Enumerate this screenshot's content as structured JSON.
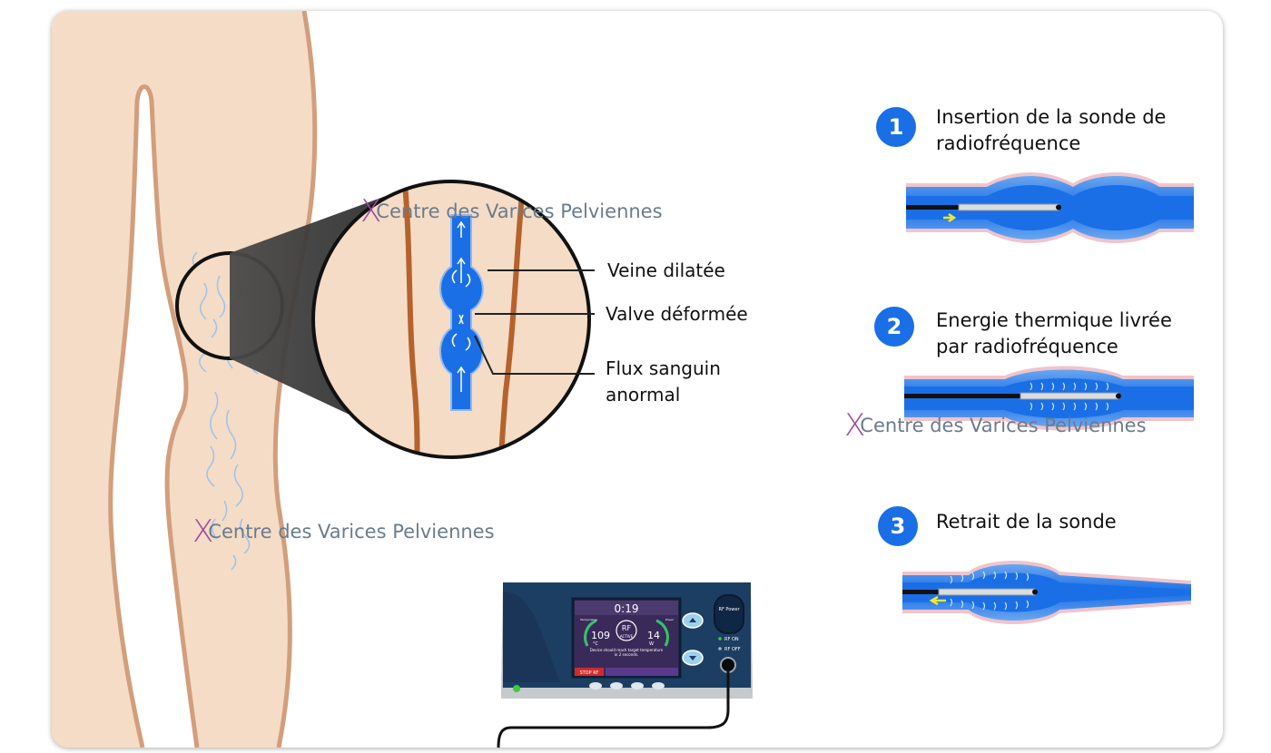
{
  "watermark": "Centre des Varices Pelviennes",
  "watermark_mark": "X",
  "callouts": [
    {
      "lines": [
        "Veine dilatée"
      ]
    },
    {
      "lines": [
        "Valve déformée"
      ]
    },
    {
      "lines": [
        "Flux sanguin",
        "anormal"
      ]
    }
  ],
  "steps": [
    {
      "number": "1",
      "lines": [
        "Insertion de la sonde de",
        "radiofréquence"
      ]
    },
    {
      "number": "2",
      "lines": [
        "Energie thermique livrée",
        "par radiofréquence"
      ]
    },
    {
      "number": "3",
      "lines": [
        "Retrait de la sonde"
      ]
    }
  ],
  "device": {
    "timer": "0:19",
    "temperature": "109",
    "temperature_unit": "°C",
    "power": "14",
    "power_unit": "W",
    "rf_label": "RF",
    "rf_status": "ACTIVE",
    "left_gauge_label": "Temperature",
    "right_gauge_label": "Power",
    "message_line1": "Device should reach target temperature",
    "message_line2": "in 2 seconds.",
    "stop_button": "STOP RF",
    "rf_power_button": "RF Power",
    "rf_on": "RF ON",
    "rf_off": "RF OFF"
  },
  "colors": {
    "skin": "#f5dcc6",
    "skin_outline": "#d29e7c",
    "vein_blue": "#1a6fe6",
    "spider_vein": "#9cc3ec",
    "device_body": "#1d3e63",
    "step_badge": "#1a6fe6"
  }
}
